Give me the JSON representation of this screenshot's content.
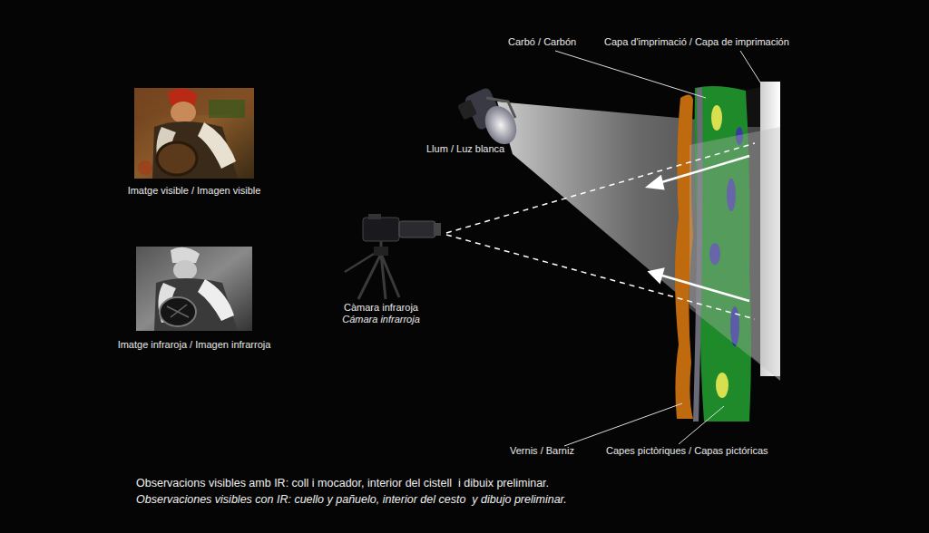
{
  "diagram": {
    "labels": [
      "Carbó / Carbón",
      "Capa d'imprimació / Capa de imprimación",
      "Llum / Luz blanca",
      "Imatge visible / Imagen visible",
      "Imatge infraroja / Imagen infrarroja",
      "Càmara infraroja",
      "Cámara infrarroja",
      "Vernis / Barniz",
      "Capes pictòriques / Capas pictóricas",
      "Observacions visibles amb IR: coll i mocador, interior del cistell  i dibuix preliminar.",
      "Observaciones visibles con IR: cuello y pañuelo, interior del cesto  y dibujo preliminar."
    ]
  }
}
